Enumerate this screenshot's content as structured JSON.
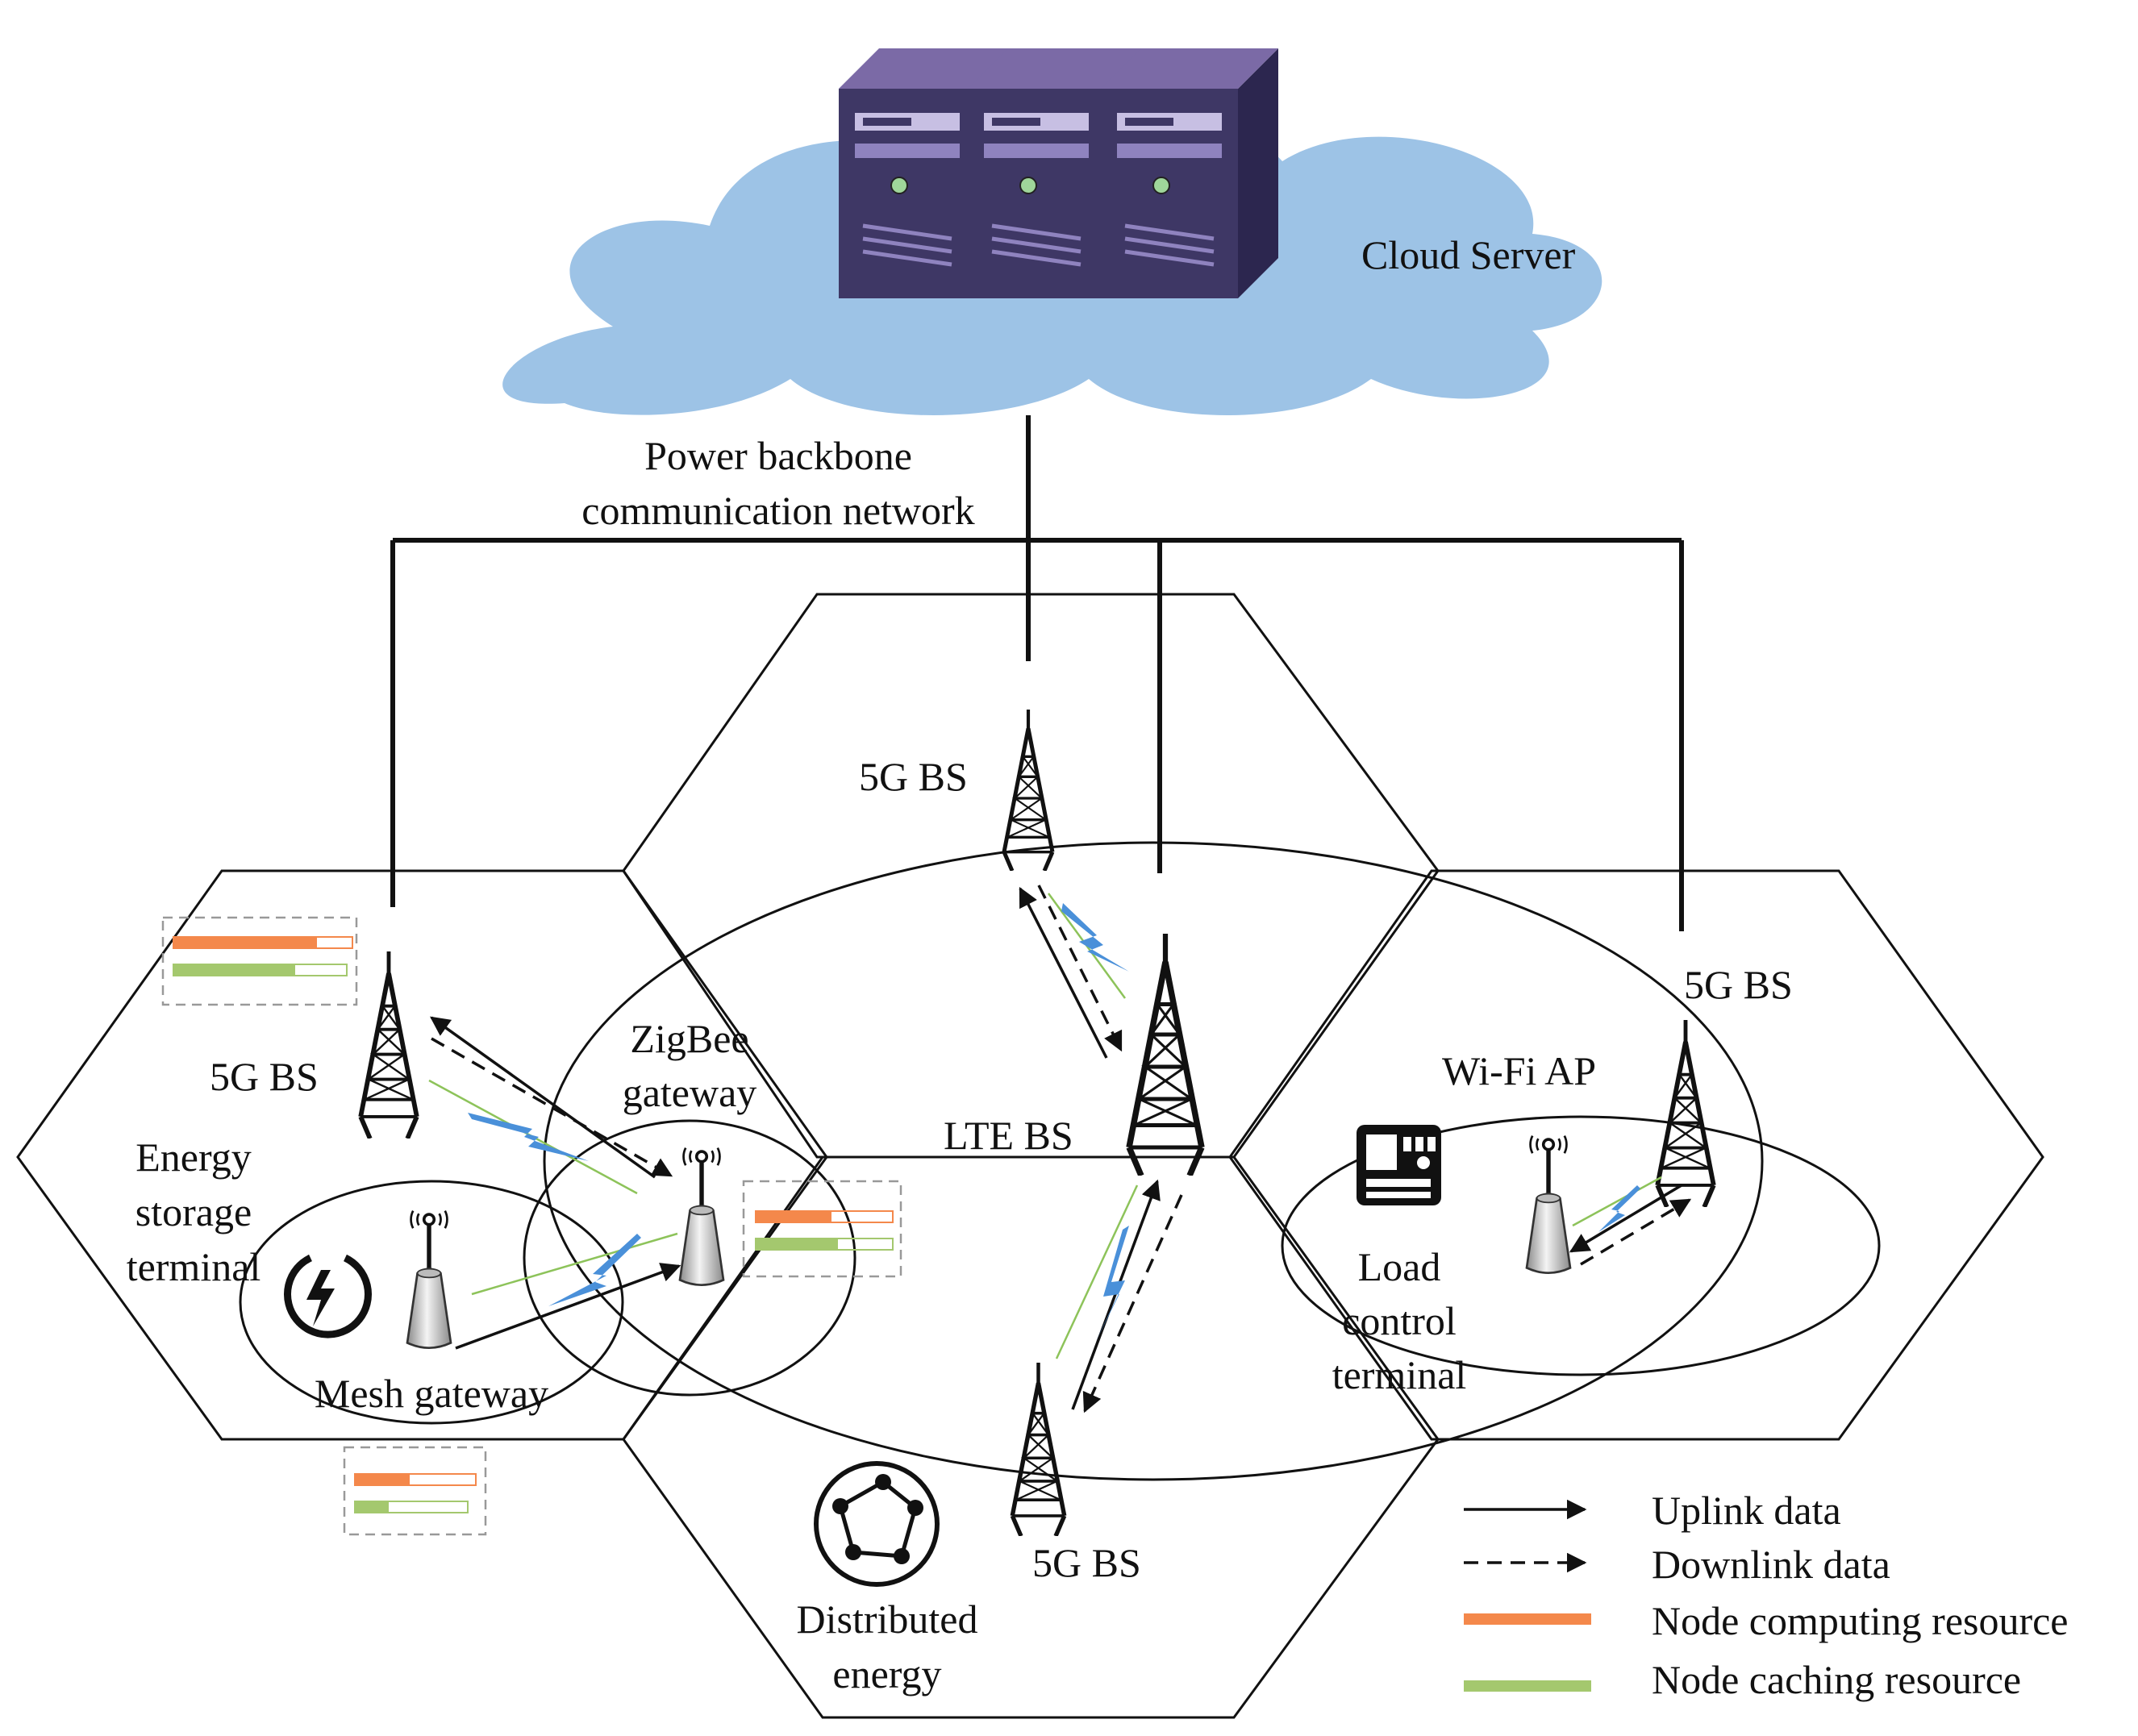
{
  "colors": {
    "cloud": "#9dc3e6",
    "server_front": "#3e3765",
    "server_side": "#5a4f8a",
    "server_top": "#7b6aa6",
    "compute": "#f4884b",
    "cache": "#a4c86e",
    "wireless": "#4a90d9",
    "line": "#111111"
  },
  "labels": {
    "cloud_server": "Cloud Server",
    "backbone_line1": "Power backbone",
    "backbone_line2": "communication network",
    "bs_top": "5G BS",
    "bs_left": "5G BS",
    "bs_right": "5G BS",
    "bs_bottom": "5G BS",
    "lte_bs": "LTE BS",
    "zigbee_line1": "ZigBee",
    "zigbee_line2": "gateway",
    "wifi_ap": "Wi-Fi AP",
    "energy_line1": "Energy",
    "energy_line2": "storage",
    "energy_line3": "terminal",
    "mesh_gateway": "Mesh gateway",
    "load_line1": "Load",
    "load_line2": "control",
    "load_line3": "terminal",
    "distributed_line1": "Distributed",
    "distributed_line2": "energy"
  },
  "legend": {
    "items": [
      {
        "label": "Uplink data",
        "style": "solid-arrow"
      },
      {
        "label": "Downlink data",
        "style": "dashed-arrow"
      },
      {
        "label": "Node computing resource",
        "style": "orange-bar"
      },
      {
        "label": "Node caching resource",
        "style": "green-bar"
      }
    ]
  },
  "resource_boxes": [
    {
      "id": "left-5g-bs",
      "compute": 0.8,
      "cache": 0.7
    },
    {
      "id": "zigbee-gateway",
      "compute": 0.55,
      "cache": 0.6
    },
    {
      "id": "mesh-gateway",
      "compute": 0.45,
      "cache": 0.3
    }
  ]
}
